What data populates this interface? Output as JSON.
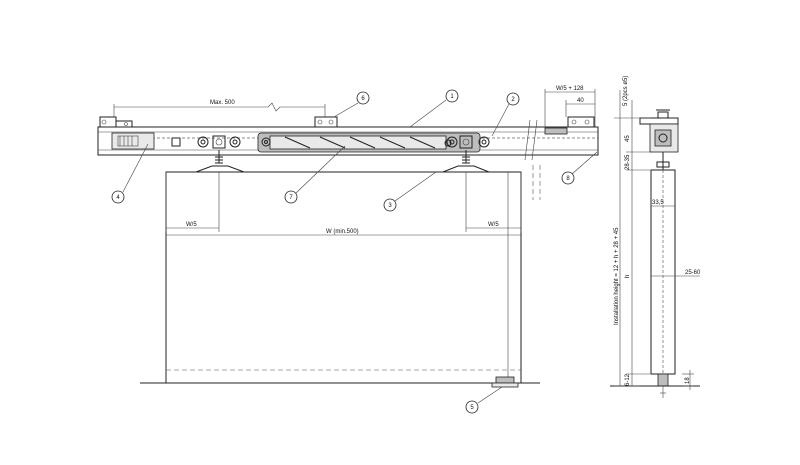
{
  "dimensions": {
    "max_spacing": "Max. 500",
    "w_div5_left": "W/5",
    "w_div5_right": "W/5",
    "width_min": "W (min.500)",
    "w5_plus_128": "W/5 + 128",
    "dim_40": "40",
    "dim_5_2pcs": "5 (2pcs ø5)",
    "dim_45": "45",
    "dim_28_35": "28-35",
    "dim_33_5": "33,5",
    "dim_25_60": "25-60",
    "install_height": "Installation height = 12 + h + 28 + 45",
    "dim_h": "h",
    "dim_6_12": "6-12",
    "dim_18": "18"
  },
  "callouts": [
    "1",
    "2",
    "3",
    "4",
    "5",
    "6",
    "7",
    "8"
  ]
}
